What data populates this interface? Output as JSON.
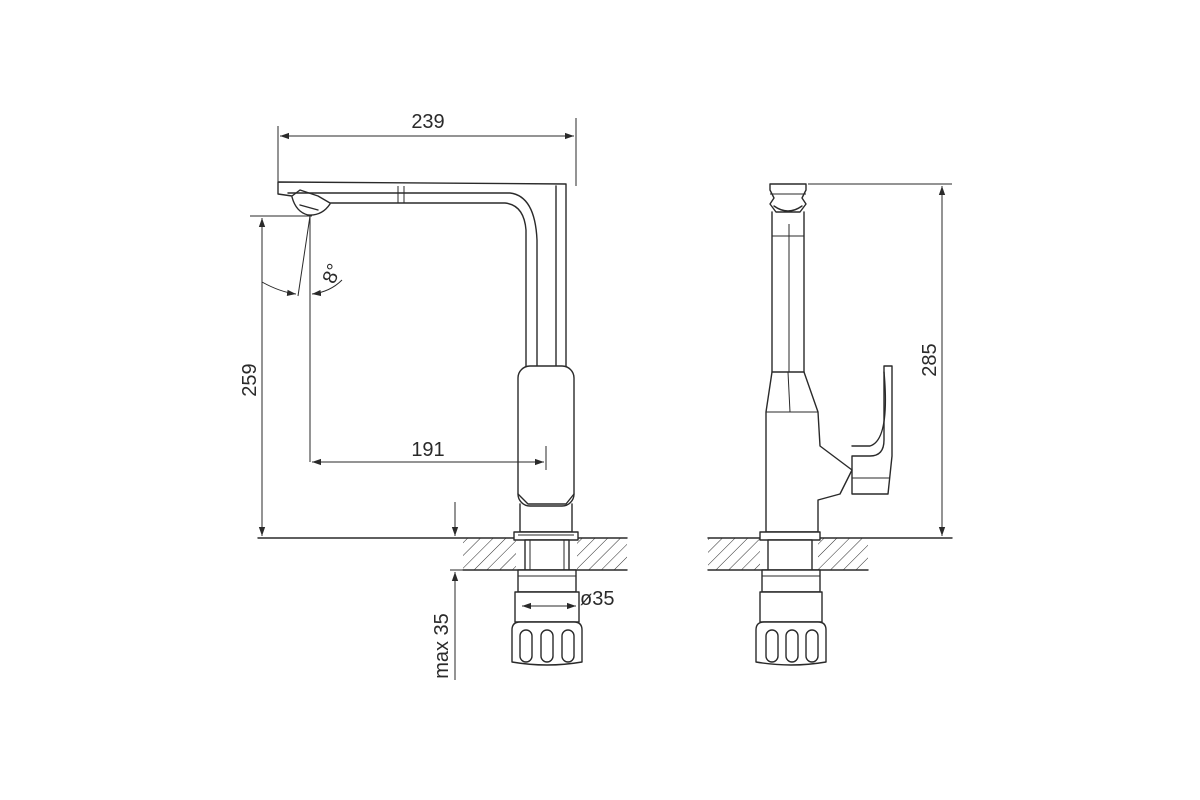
{
  "drawing": {
    "dimensions": {
      "total_reach": "239",
      "spout_height": "259",
      "spout_angle": "8°",
      "handle_reach": "191",
      "total_height": "285",
      "diameter": "ø35",
      "max_counter": "max 35"
    },
    "colors": {
      "line": "#2a2a2a",
      "background": "#ffffff"
    }
  }
}
